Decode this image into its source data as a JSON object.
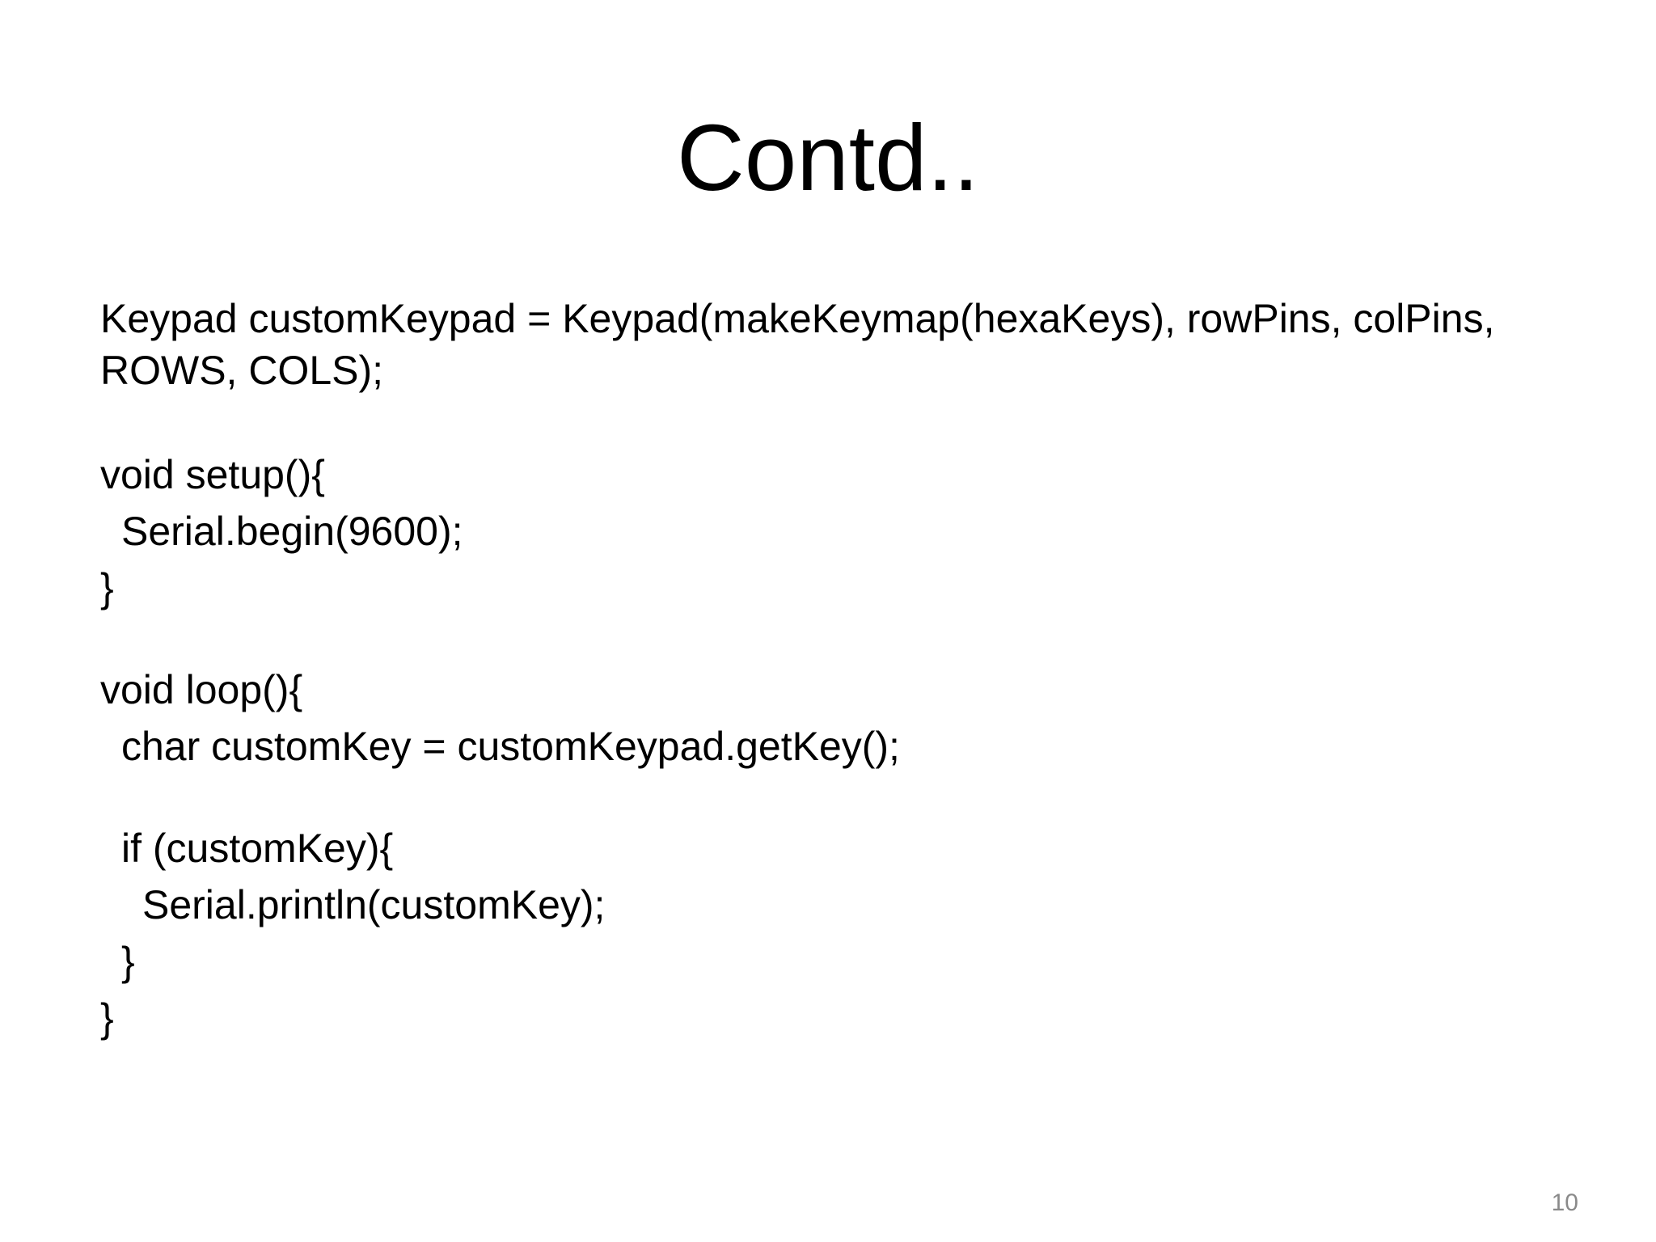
{
  "slide": {
    "title": "Contd..",
    "lines": [
      "Keypad customKeypad = Keypad(makeKeymap(hexaKeys), rowPins, colPins,",
      "ROWS, COLS);",
      "void setup(){",
      "Serial.begin(9600);",
      "}",
      "void loop(){",
      "char customKey = customKeypad.getKey();",
      "if (customKey){",
      "Serial.println(customKey);",
      "}",
      "}"
    ],
    "page_number": "10"
  },
  "colors": {
    "background": "#ffffff",
    "text": "#000000",
    "page_number": "#8a8a8a"
  }
}
